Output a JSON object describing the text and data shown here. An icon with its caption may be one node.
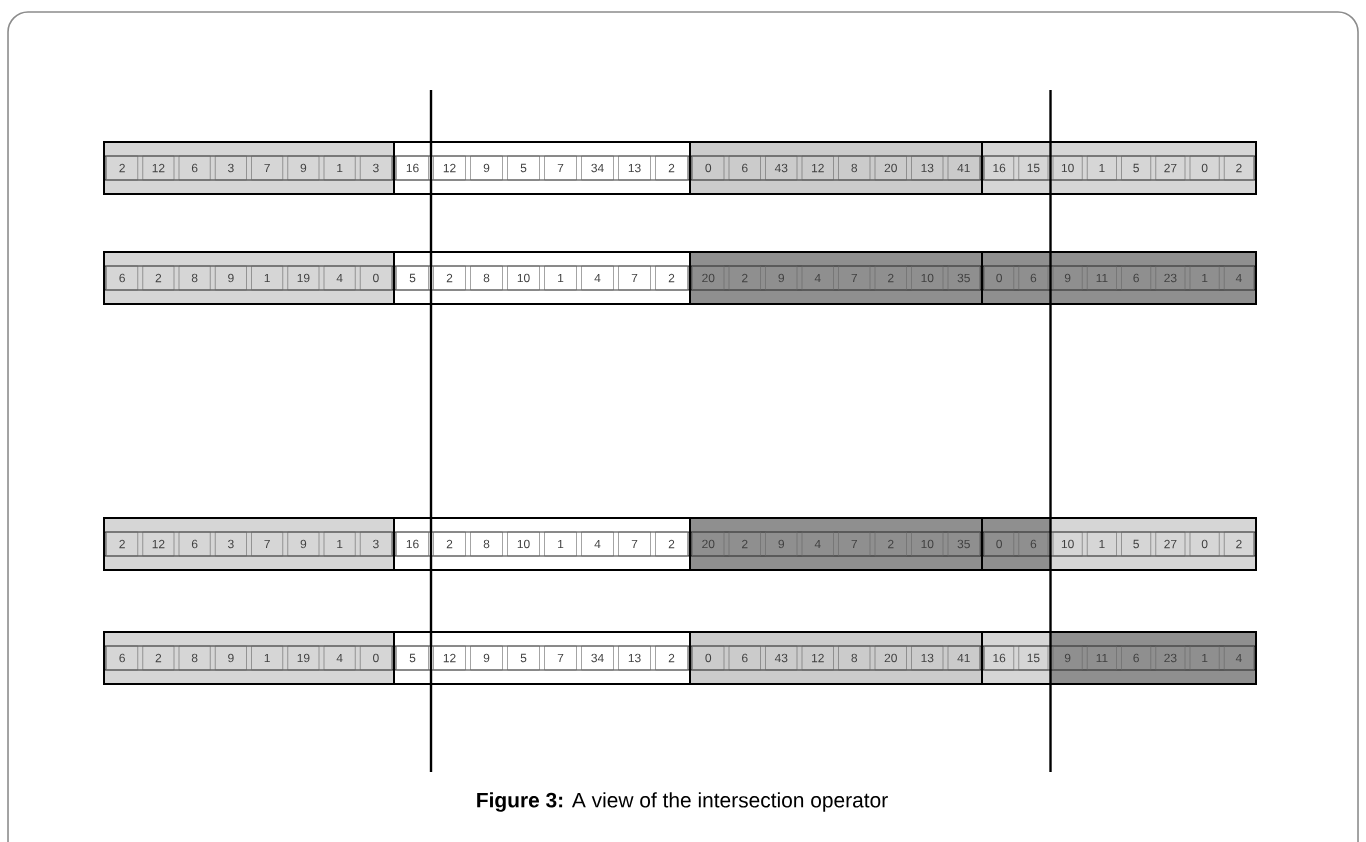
{
  "diagram": {
    "caption": "**Figure 3:** A view of the intersection operator",
    "labels": [
      "2",
      "12",
      "6",
      "3",
      "7",
      "9",
      "1",
      "3",
      "16",
      "12",
      "9",
      "5",
      "7",
      "34",
      "13",
      "2",
      "0",
      "6",
      "43",
      "12",
      "8",
      "20",
      "13",
      "41",
      "16",
      "15",
      "10",
      "1",
      "5",
      "27",
      "0",
      "2",
      "6",
      "2",
      "8",
      "9",
      "1",
      "19",
      "4",
      "0",
      "5",
      "2",
      "8",
      "10",
      "1",
      "4",
      "7",
      "2",
      "20",
      "2",
      "9",
      "4",
      "7",
      "2",
      "10",
      "35",
      "0",
      "6",
      "9",
      "11",
      "6",
      "23",
      "1",
      "4",
      "2",
      "12",
      "6",
      "3",
      "7",
      "9",
      "1",
      "3",
      "16",
      "2",
      "8",
      "10",
      "1",
      "4",
      "7",
      "2",
      "20",
      "2",
      "9",
      "4",
      "7",
      "2",
      "10",
      "35",
      "0",
      "6",
      "10",
      "1",
      "5",
      "27",
      "0",
      "2",
      "6",
      "2",
      "8",
      "9",
      "1",
      "19",
      "4",
      "0",
      "5",
      "12",
      "9",
      "5",
      "7",
      "34",
      "13",
      "2",
      "0",
      "6",
      "43",
      "12",
      "8",
      "20",
      "13",
      "41",
      "16",
      "15",
      "9",
      "11",
      "6",
      "23",
      "1",
      "4"
    ]
  }
}
